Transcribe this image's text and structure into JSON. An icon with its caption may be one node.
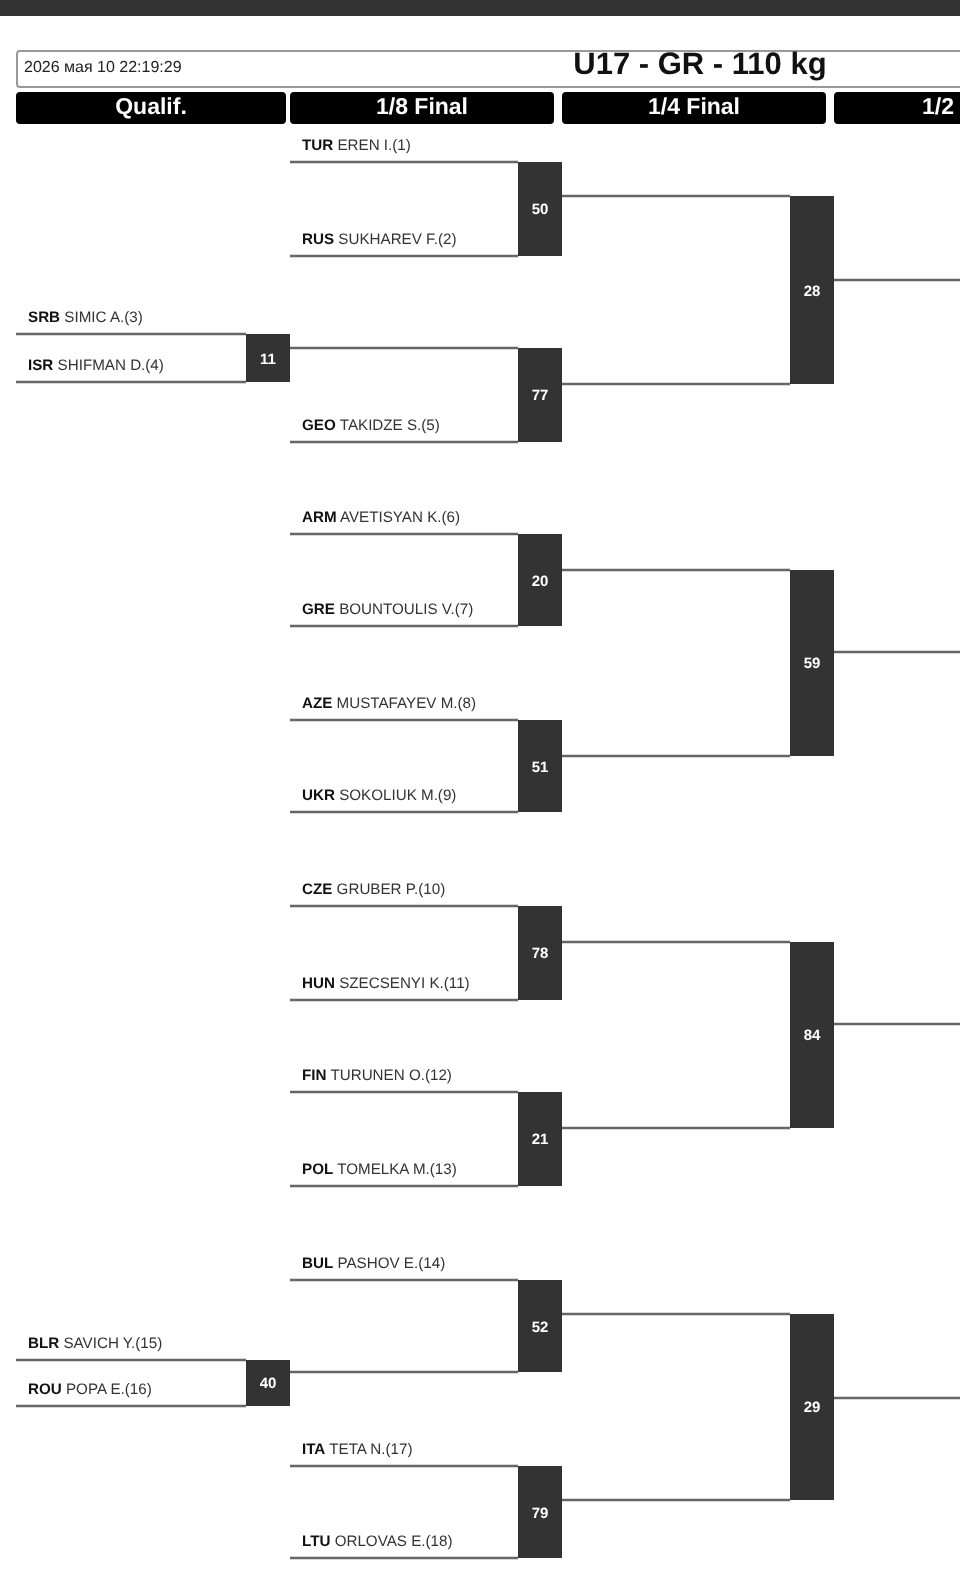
{
  "diagram": {
    "title": "U17 - GR - 110 kg",
    "nodes": [
      {
        "text": [
          "**TUR** EREN I.(1)"
        ]
      },
      {
        "text": [
          "**RUS** SUKHAREV F.(2)"
        ]
      },
      {
        "text": [
          "50"
        ]
      },
      {
        "text": [
          "**SRB** SIMIC A.(3)"
        ]
      },
      {
        "text": [
          "**ISR** SHIFMAN D.(4)"
        ]
      },
      {
        "text": [
          "11"
        ]
      },
      {
        "text": [
          "**GEO** TAKIDZE S.(5)"
        ]
      },
      {
        "text": [
          "77"
        ]
      },
      {
        "text": [
          "28"
        ]
      },
      {
        "text": [
          "**ARM** AVETISYAN K.(6)"
        ]
      },
      {
        "text": [
          "**GRE** BOUNTOULIS V.(7)"
        ]
      },
      {
        "text": [
          "20"
        ]
      },
      {
        "text": [
          "**AZE** MUSTAFAYEV M.(8)"
        ]
      },
      {
        "text": [
          "**UKR** SOKOLIUK M.(9)"
        ]
      },
      {
        "text": [
          "51"
        ]
      },
      {
        "text": [
          "59"
        ]
      },
      {
        "text": [
          "**CZE** GRUBER P.(10)"
        ]
      },
      {
        "text": [
          "**HUN** SZECSENYI K.(11)"
        ]
      },
      {
        "text": [
          "78"
        ]
      },
      {
        "text": [
          "**FIN** TURUNEN O.(12)"
        ]
      },
      {
        "text": [
          "**POL** TOMELKA M.(13)"
        ]
      },
      {
        "text": [
          "21"
        ]
      },
      {
        "text": [
          "84"
        ]
      },
      {
        "text": [
          "**BUL** PASHOV E.(14)"
        ]
      },
      {
        "text": [
          "**BLR** SAVICH Y.(15)"
        ]
      },
      {
        "text": [
          "**ROU** POPA E.(16)"
        ]
      },
      {
        "text": [
          "40"
        ]
      },
      {
        "text": [
          "**ITA** TETA N.(17)"
        ]
      },
      {
        "text": [
          "**LTU** ORLOVAS E.(18)"
        ]
      },
      {
        "text": [
          "79"
        ]
      },
      {
        "text": [
          "52"
        ]
      },
      {
        "text": [
          "29"
        ]
      }
    ],
    "edges": [
      {
        "from": 0,
        "to": 2,
        "arrow": "none"
      },
      {
        "from": 1,
        "to": 2,
        "arrow": "none"
      },
      {
        "from": 3,
        "to": 5,
        "arrow": "none"
      },
      {
        "from": 4,
        "to": 5,
        "arrow": "none"
      },
      {
        "from": 5,
        "to": 7,
        "arrow": "none"
      },
      {
        "from": 6,
        "to": 7,
        "arrow": "none"
      },
      {
        "from": 2,
        "to": 8,
        "arrow": "none"
      },
      {
        "from": 7,
        "to": 8,
        "arrow": "none"
      },
      {
        "from": 8,
        "to": null,
        "arrow": "none"
      },
      {
        "from": 9,
        "to": 11,
        "arrow": "none"
      },
      {
        "from": 10,
        "to": 11,
        "arrow": "none"
      },
      {
        "from": 12,
        "to": 14,
        "arrow": "none"
      },
      {
        "from": 13,
        "to": 14,
        "arrow": "none"
      },
      {
        "from": 11,
        "to": 15,
        "arrow": "none"
      },
      {
        "from": 14,
        "to": 15,
        "arrow": "none"
      },
      {
        "from": 15,
        "to": null,
        "arrow": "none"
      },
      {
        "from": 16,
        "to": 18,
        "arrow": "none"
      },
      {
        "from": 17,
        "to": 18,
        "arrow": "none"
      },
      {
        "from": 19,
        "to": 21,
        "arrow": "none"
      },
      {
        "from": 20,
        "to": 21,
        "arrow": "none"
      },
      {
        "from": 18,
        "to": 22,
        "arrow": "none"
      },
      {
        "from": 21,
        "to": 22,
        "arrow": "none"
      },
      {
        "from": 22,
        "to": null,
        "arrow": "none"
      },
      {
        "from": 23,
        "to": 30,
        "arrow": "none"
      },
      {
        "from": 24,
        "to": 26,
        "arrow": "none"
      },
      {
        "from": 25,
        "to": 26,
        "arrow": "none"
      },
      {
        "from": 26,
        "to": 30,
        "arrow": "none"
      },
      {
        "from": 27,
        "to": 29,
        "arrow": "none"
      },
      {
        "from": 28,
        "to": 29,
        "arrow": "none"
      },
      {
        "from": 30,
        "to": 31,
        "arrow": "none"
      },
      {
        "from": 29,
        "to": 31,
        "arrow": "none"
      },
      {
        "from": 31,
        "to": null,
        "arrow": "none"
      }
    ],
    "labels": [
      "2026 мая 10 22:19:29",
      "Qualif.",
      "1/8 Final",
      "1/4 Final",
      "1/2"
    ]
  }
}
